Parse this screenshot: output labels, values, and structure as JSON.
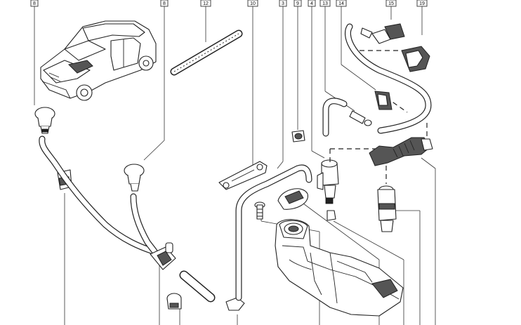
{
  "diagram": {
    "callouts": [
      {
        "id": "c8a",
        "label": "8"
      },
      {
        "id": "c8b",
        "label": "8"
      },
      {
        "id": "c12",
        "label": "12"
      },
      {
        "id": "c10",
        "label": "10"
      },
      {
        "id": "c3",
        "label": "3"
      },
      {
        "id": "c9",
        "label": "9"
      },
      {
        "id": "c4",
        "label": "4"
      },
      {
        "id": "c13",
        "label": "13"
      },
      {
        "id": "c14",
        "label": "14"
      },
      {
        "id": "c15",
        "label": "15"
      },
      {
        "id": "c19",
        "label": "19"
      }
    ]
  }
}
